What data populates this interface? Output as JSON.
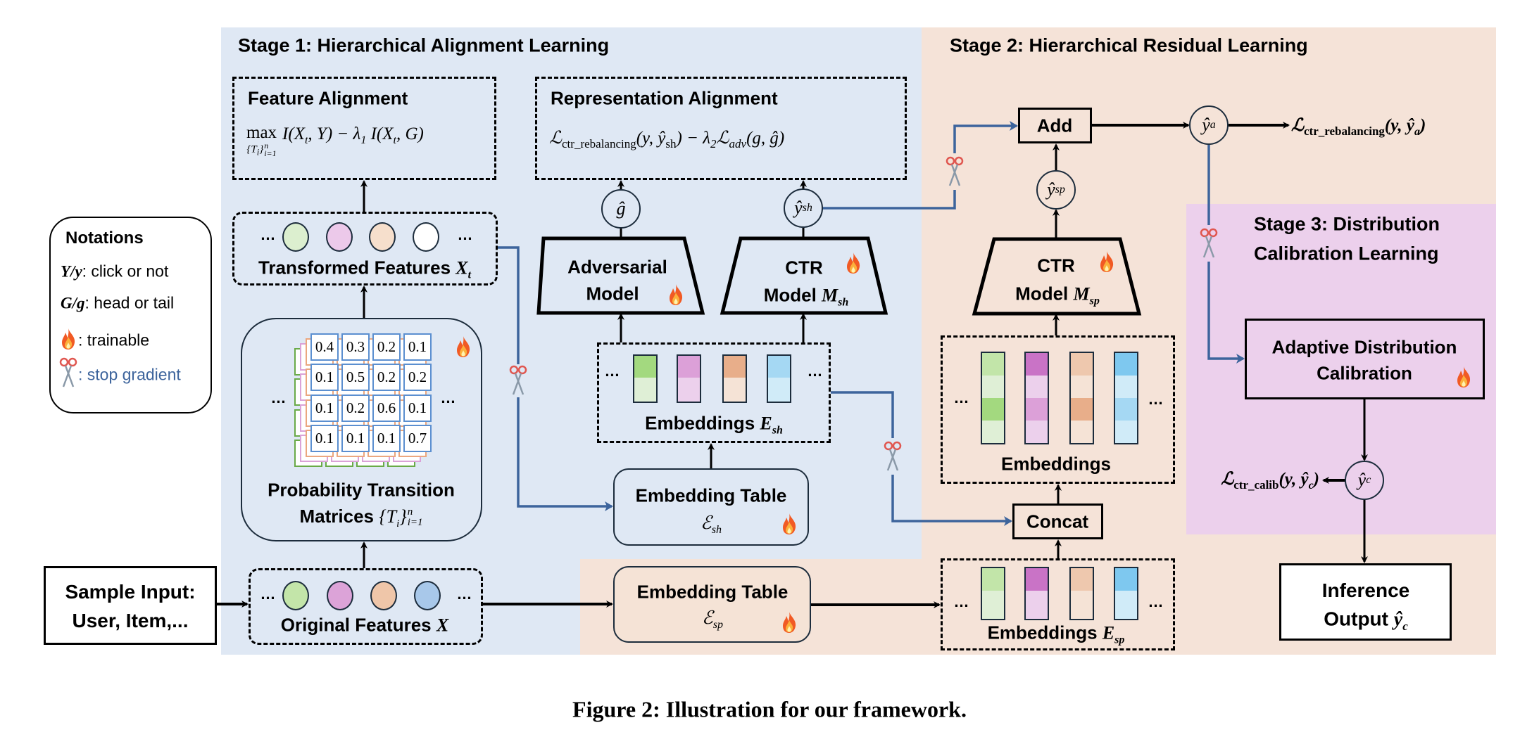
{
  "stages": {
    "stage1": "Stage 1: Hierarchical Alignment Learning",
    "stage2": "Stage 2: Hierarchical Residual Learning",
    "stage3_line1": "Stage 3: Distribution",
    "stage3_line2": "Calibration Learning"
  },
  "colors": {
    "stage1_bg": "#dfe8f4",
    "stage2_bg": "#f5e3d8",
    "stage3_bg": "#ecd0ec",
    "stop_gradient_line": "#3d649c"
  },
  "notations": {
    "title": "Notations",
    "items": [
      {
        "symbol": "Y/y",
        "text": ": click or not"
      },
      {
        "symbol": "G/g",
        "text": ": head or tail"
      },
      {
        "icon": "fire-icon",
        "text": ": trainable"
      },
      {
        "icon": "scissors-icon",
        "text": ": stop gradient"
      }
    ]
  },
  "feature_alignment": {
    "title": "Feature Alignment",
    "op": "max",
    "op_sub": "{T",
    "op_sub_i": "i",
    "op_sub_close": "}",
    "op_sub_lower": "i=1",
    "op_sub_upper": "n",
    "formula_a": "I(X",
    "sub_t": "t",
    "formula_b": ", Y) − λ",
    "sub_1": "1",
    "formula_c": " I(X",
    "formula_d": ", G)"
  },
  "representation_alignment": {
    "title": "Representation Alignment",
    "L": "ℒ",
    "sub_ctr": "ctr_rebalancing",
    "args_a": "(y, ŷ",
    "sub_sh": "sh",
    "args_b": ") − λ",
    "sub_2": "2",
    "sub_adv": "adv",
    "args_c": "(g, ĝ)"
  },
  "features": {
    "transformed_label": "Transformed Features ",
    "transformed_symbol": "X",
    "transformed_sub": "t",
    "original_label": "Original Features ",
    "original_symbol": "X",
    "ellipsis": "…"
  },
  "matrices": {
    "label_line1": "Probability Transition",
    "label_line2": "Matrices ",
    "symbol": "{T",
    "symbol_i": "i",
    "symbol_close": "}",
    "sup": "n",
    "sub": "i=1",
    "values": [
      [
        "0.4",
        "0.3",
        "0.2",
        "0.1"
      ],
      [
        "0.1",
        "0.5",
        "0.2",
        "0.2"
      ],
      [
        "0.1",
        "0.2",
        "0.6",
        "0.1"
      ],
      [
        "0.1",
        "0.1",
        "0.1",
        "0.7"
      ]
    ]
  },
  "sample_input": {
    "line1": "Sample Input:",
    "line2": "User, Item,..."
  },
  "models": {
    "adversarial_line1": "Adversarial",
    "adversarial_line2": "Model",
    "ctr_sh_line1": "CTR",
    "ctr_sh_line2": "Model ",
    "ctr_sh_symbol": "M",
    "ctr_sh_sub": "sh",
    "ctr_sp_line1": "CTR",
    "ctr_sp_line2": "Model ",
    "ctr_sp_symbol": "M",
    "ctr_sp_sub": "sp"
  },
  "nodes": {
    "g_hat": "ĝ",
    "y_hat": "ŷ",
    "sh": "sh",
    "sp": "sp",
    "a": "a",
    "c": "c"
  },
  "embeddings": {
    "sh_label": "Embeddings ",
    "sh_symbol": "E",
    "sh_sub": "sh",
    "mid_label": "Embeddings",
    "sp_label": "Embeddings ",
    "sp_symbol": "E",
    "sp_sub": "sp"
  },
  "tables": {
    "sh_label": "Embedding Table",
    "sh_symbol": "ℰ",
    "sh_sub": "sh",
    "sp_label": "Embedding Table",
    "sp_symbol": "ℰ",
    "sp_sub": "sp"
  },
  "ops": {
    "add": "Add",
    "concat": "Concat"
  },
  "losses": {
    "rebal_L": "ℒ",
    "rebal_sub": "ctr_rebalancing",
    "rebal_args_a": "(y, ŷ",
    "rebal_sub_a": "a",
    "rebal_args_b": ")",
    "calib_L": "ℒ",
    "calib_sub": "ctr_calib",
    "calib_args_a": "(y, ŷ",
    "calib_sub_c": "c",
    "calib_args_b": ")"
  },
  "calibration": {
    "line1": "Adaptive Distribution",
    "line2": "Calibration"
  },
  "inference": {
    "line1": "Inference",
    "line2": "Output ",
    "symbol": "ŷ",
    "sub": "c"
  },
  "caption": "Figure 2: Illustration for our framework."
}
